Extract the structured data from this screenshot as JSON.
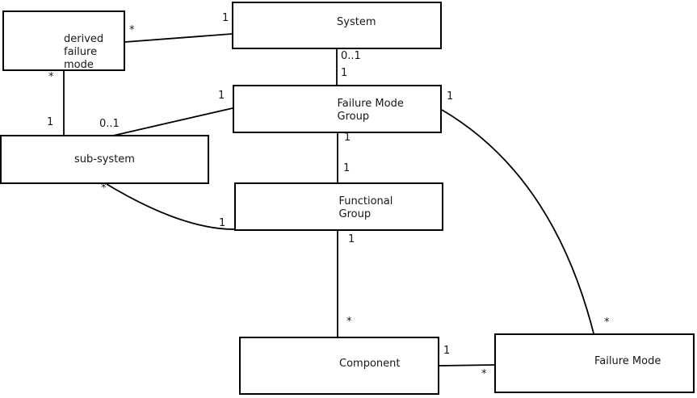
{
  "colors": {
    "background": "#ffffff",
    "line": "#000000",
    "text": "#161616"
  },
  "entities": {
    "derived_failure_mode": {
      "label": "derived\nfailure\nmode"
    },
    "system": {
      "label": "System"
    },
    "failure_mode_group": {
      "label": "Failure Mode\nGroup"
    },
    "sub_system": {
      "label": "sub-system"
    },
    "functional_group": {
      "label": "Functional\nGroup"
    },
    "component": {
      "label": "Component"
    },
    "failure_mode": {
      "label": "Failure Mode"
    }
  },
  "relationships": {
    "system__derived_failure_mode": {
      "end_system": "1",
      "end_derived_failure_mode": "*"
    },
    "derived_failure_mode__sub_system": {
      "end_derived_failure_mode": "*",
      "end_sub_system": "1"
    },
    "system__failure_mode_group": {
      "end_system": "0..1",
      "end_failure_mode_group": "1"
    },
    "failure_mode_group__sub_system": {
      "end_failure_mode_group": "1",
      "end_sub_system": "0..1"
    },
    "failure_mode_group__functional_group": {
      "end_failure_mode_group": "1",
      "end_functional_group": "1"
    },
    "sub_system__functional_group": {
      "end_sub_system": "*",
      "end_functional_group": "1"
    },
    "functional_group__component": {
      "end_functional_group": "1",
      "end_component": "*"
    },
    "component__failure_mode": {
      "end_component": "1",
      "end_failure_mode": "*"
    },
    "failure_mode_group__failure_mode": {
      "end_failure_mode_group": "1",
      "end_failure_mode": "*"
    }
  }
}
